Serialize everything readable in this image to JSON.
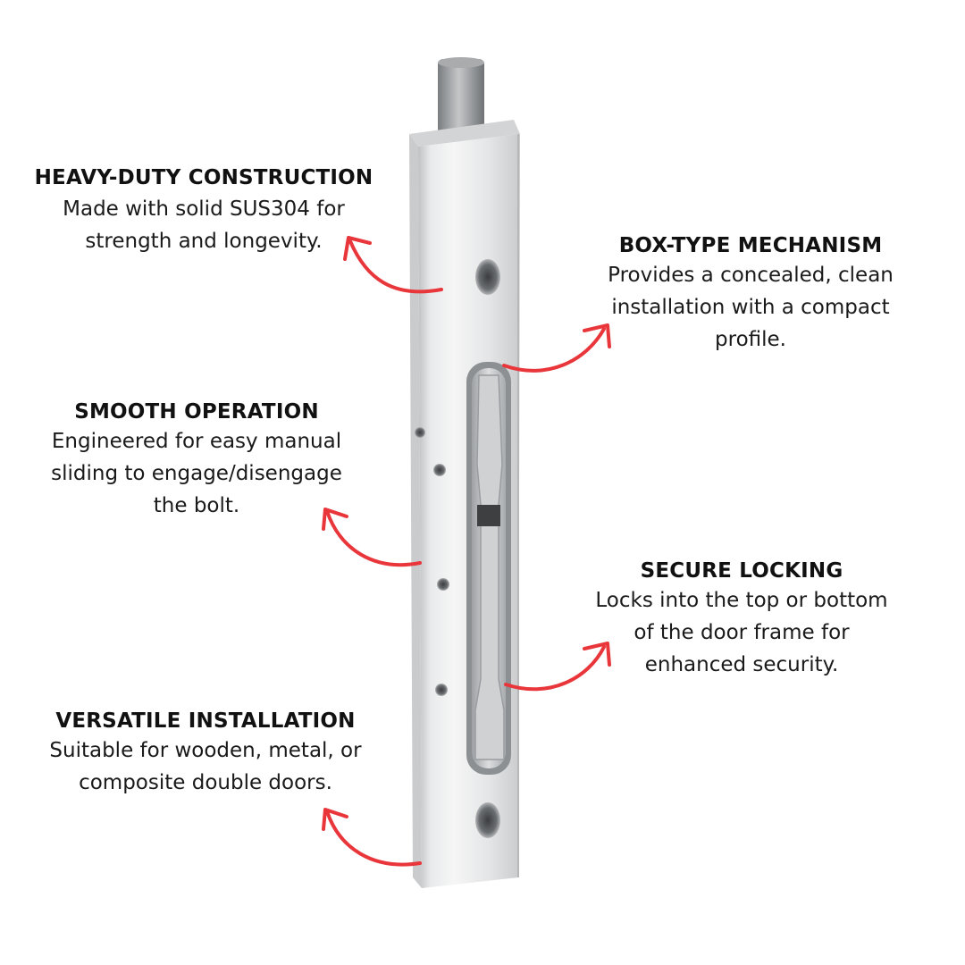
{
  "features": [
    {
      "title": "HEAVY-DUTY CONSTRUCTION",
      "lines": [
        "Made with solid SUS304 for",
        "strength and longevity."
      ]
    },
    {
      "title": "BOX-TYPE MECHANISM",
      "lines": [
        "Provides a concealed, clean",
        "installation with a compact",
        "profile."
      ]
    },
    {
      "title": "SMOOTH OPERATION",
      "lines": [
        "Engineered for easy manual",
        "sliding to engage/disengage",
        "the bolt."
      ]
    },
    {
      "title": "SECURE LOCKING",
      "lines": [
        "Locks into the top or bottom",
        "of the door frame for",
        "enhanced security."
      ]
    },
    {
      "title": "VERSATILE INSTALLATION",
      "lines": [
        "Suitable for wooden, metal, or",
        "composite double doors."
      ]
    }
  ],
  "colors": {
    "arrow": "#e8363b",
    "title_text": "#111111",
    "body_text": "#1a1a1a",
    "background": "#ffffff"
  },
  "image": {
    "subject": "stainless steel flush bolt",
    "icon": "flush-bolt-product-image"
  }
}
